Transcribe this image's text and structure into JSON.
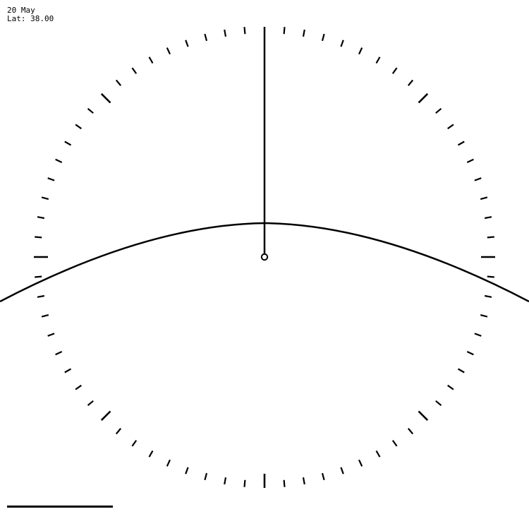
{
  "info": {
    "date": "20 May",
    "latitude": "Lat: 38.00"
  },
  "dial": {
    "ticks_count": 72,
    "major_every": 18,
    "medium_every": 9,
    "colors": {
      "ink": "#000000",
      "background": "#ffffff"
    }
  }
}
